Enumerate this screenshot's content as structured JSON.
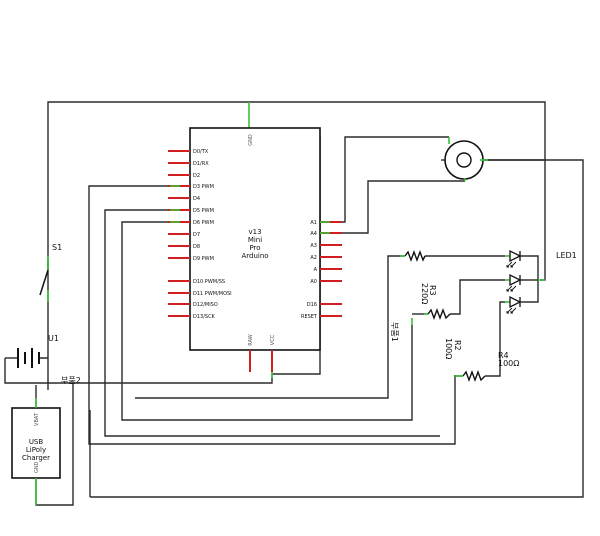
{
  "colors": {
    "wire": "#2b2b2b",
    "junction": "#38c238",
    "pin": "#d11f1f",
    "outline": "#111111"
  },
  "arduino": {
    "title_lines": [
      "v13",
      "Mini",
      "Pro",
      "Arduino"
    ],
    "gnd": "GND",
    "raw": "RAW",
    "vcc": "VCC",
    "left_pins": [
      "D0/TX",
      "D1/RX",
      "D2",
      "D3 PWM",
      "D4",
      "D5 PWM",
      "D6 PWM",
      "D7",
      "D8",
      "D9 PWM",
      "D10 PWM/SS",
      "D11 PWM/MOSI",
      "D12/MISO",
      "D13/SCK"
    ],
    "right_pins": [
      "A1",
      "A4",
      "A3",
      "A2",
      "A",
      "A0",
      "D16",
      "RESET"
    ]
  },
  "switch": {
    "label": "S1"
  },
  "battery": {
    "label": "U1",
    "net_label": "부품2"
  },
  "charger": {
    "lines": [
      "USB",
      "LiPoly",
      "Charger"
    ],
    "vbat": "VBAT",
    "gnd": "GND"
  },
  "part1": {
    "label": "부품1"
  },
  "led": {
    "label": "LED1"
  },
  "resistors": [
    {
      "name": "R3",
      "value": "220Ω"
    },
    {
      "name": "R2",
      "value": "100Ω"
    },
    {
      "name": "R4",
      "value": "100Ω"
    }
  ]
}
